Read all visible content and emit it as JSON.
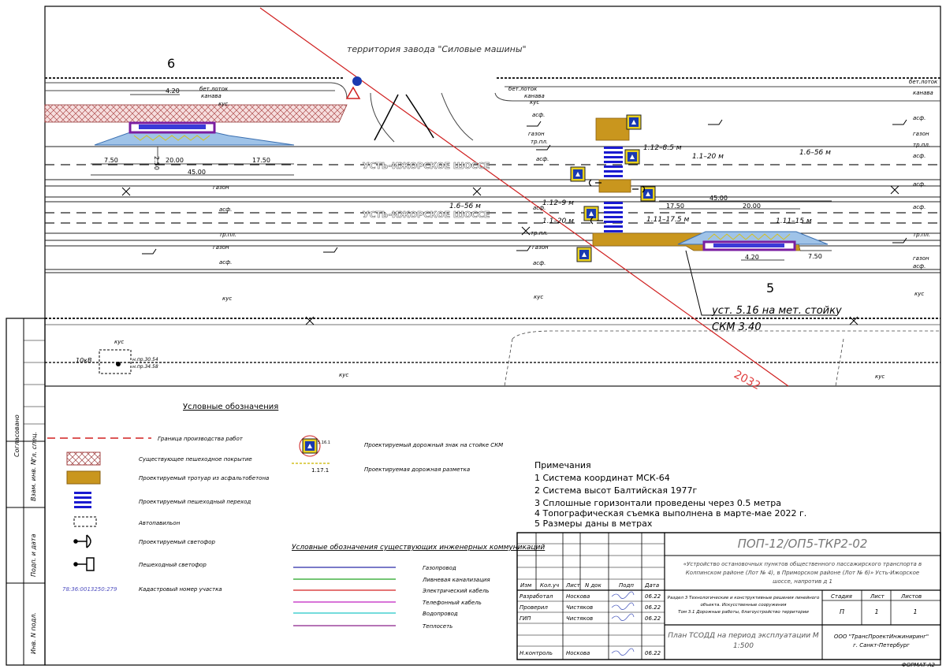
{
  "plan": {
    "plot_number": "6",
    "plot_number_2": "5",
    "factory": "территория завода \"Силовые машины\"",
    "road_name": "УСТЬ-ИЖОРСКОЕ ШОССЕ",
    "grass": "газон",
    "asphalt": "асф.",
    "ditch": "канава",
    "concrete_tray": "бет.лоток",
    "tram": "тр.пл.",
    "bushes": "куст",
    "cable": "кус",
    "dims": {
      "d420_left": "4.20",
      "d750_left": "7.50",
      "d250": "2.50",
      "d2000_left": "20.00",
      "d1750_left": "17.50",
      "d4500_left": "45.00",
      "d1750_right": "17.50",
      "d4500_right": "45.00",
      "d2000_right": "20.00",
      "d420_right": "4.20",
      "d750_right": "7.50"
    },
    "slopes": {
      "s1": "1.12–8.5 м",
      "s2": "1.1–20 м",
      "s3": "1.6–56 м",
      "s4": "1.6–56 м",
      "s5": "1.12–9 м",
      "s6": "1.1–20 м",
      "s7": "1.11–17.5 м",
      "s8": "1.11–15 м"
    },
    "callout_1": "уст. 5.16 на мет. стойку",
    "callout_2": "СКМ 3.40",
    "transformer": "10кВ",
    "elev_1": "н.пр.30.54",
    "elev_2": "н.пр.34.58",
    "red_stamp": "2032"
  },
  "legend": {
    "title": "Условные обозначения",
    "items": [
      {
        "label": "Граница производства работ"
      },
      {
        "label": "Существующее пешеходное покрытие"
      },
      {
        "label": "Проектируемый тротуар из асфальтобетона"
      },
      {
        "label": "Проектируемый пешеходный переход"
      },
      {
        "label": "Автопавильон"
      },
      {
        "label": "Проектируемый светофор"
      },
      {
        "label": "Пешеходный светофор"
      },
      {
        "label": "Кадастровый номер участка"
      }
    ],
    "cadastral_number": "78:36:0013250:279",
    "sign_label": "Проектируемый дорожный знак на стойке СКМ",
    "sign_code": "5.16.1",
    "marking_label": "Проектируемая дорожная разметка",
    "marking_code": "1.17.1"
  },
  "utilities": {
    "title": "Условные обозначения существующих инженерных коммуникаций",
    "items": [
      {
        "label": "Газопровод",
        "color": "#2a2aa8"
      },
      {
        "label": "Ливневая канализация",
        "color": "#22a322"
      },
      {
        "label": "Электрический кабель",
        "color": "#d42020"
      },
      {
        "label": "Телефонный кабель",
        "color": "#c020c0"
      },
      {
        "label": "Водопровод",
        "color": "#20c8c8"
      },
      {
        "label": "Теплосеть",
        "color": "#8a208a"
      }
    ]
  },
  "notes": {
    "title": "Примечания",
    "items": [
      "1 Система координат МСК-64",
      "2 Система высот Балтийская 1977г",
      "3 Сплошные горизонтали проведены через 0.5 метра",
      "4 Топографическая съемка выполнена в марте-мае 2022 г.",
      "5 Размеры даны в метрах"
    ]
  },
  "title_block": {
    "code": "ПОП-12/ОП5-ТКР2-02",
    "project_lines": [
      "«Устройство остановочных пунктов общественного пассажирского транспорта в",
      "Колпинском районе (Лот № 4), в Приморском районе (Лот № 6)» Усть-Ижорское",
      "шоссе, напротив д 1"
    ],
    "head": [
      "Изм",
      "Кол.уч",
      "Лист",
      "N док",
      "Подп",
      "Дата"
    ],
    "rows": [
      {
        "role": "Разработал",
        "name": "Носкова",
        "date": "06.22"
      },
      {
        "role": "Проверил",
        "name": "Чистяков",
        "date": "06.22"
      },
      {
        "role": "ГИП",
        "name": "Чистяков",
        "date": "06.22"
      },
      {
        "role": "Н.контроль",
        "name": "Носкова",
        "date": "06.22"
      }
    ],
    "section_lines": [
      "Раздел 3 Технологические и конструктивные решения линейного",
      "объекта. Искусственные сооружения",
      "Том 3.1 Дорожные работы, благоустройство территории"
    ],
    "stage_head": [
      "Стадия",
      "Лист",
      "Листов"
    ],
    "stage_vals": [
      "П",
      "1",
      "1"
    ],
    "sheet_title_1": "План ТСОДД на период эксплуатации М",
    "sheet_title_2": "1:500",
    "company_1": "ООО \"ТрансПроектИнжиниринг\"",
    "company_2": "г. Санкт-Петербург",
    "format": "ФОРМАТ А2"
  },
  "side_stamp": {
    "labels": [
      "Согласовано",
      "Гл. спец.",
      "Взам. инв. N",
      "Подп. и дата",
      "Инв. N подл."
    ]
  }
}
